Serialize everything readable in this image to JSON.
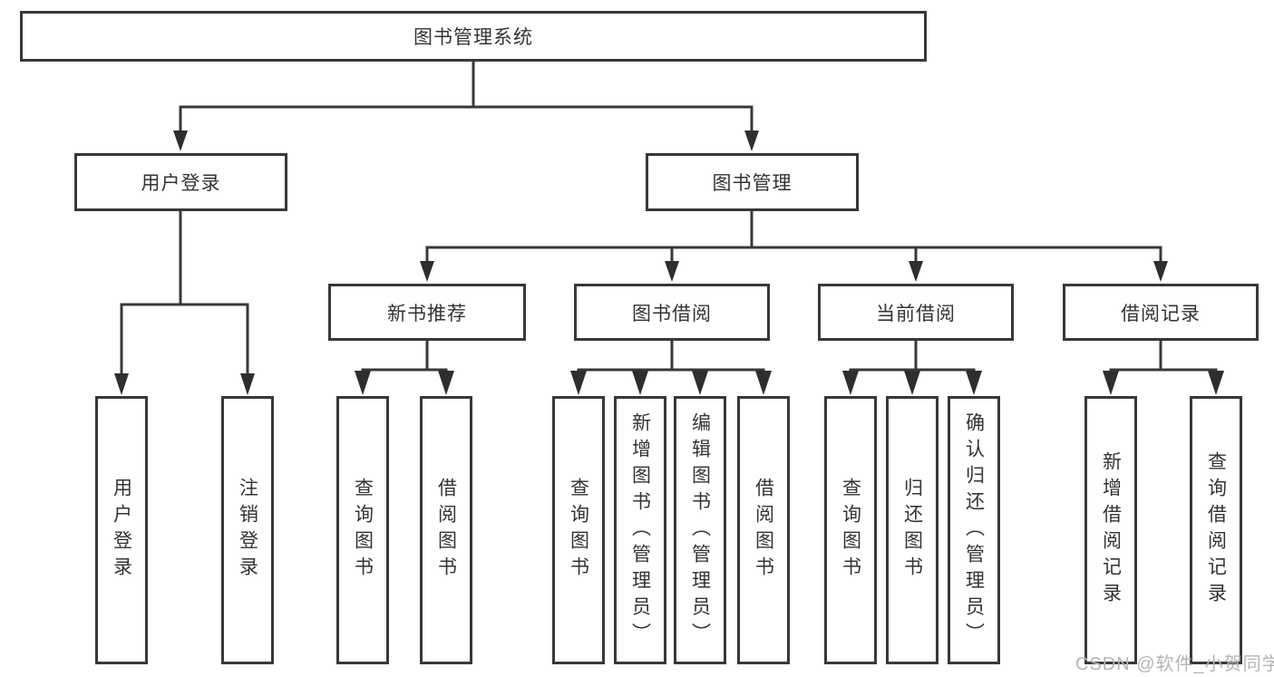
{
  "diagram": {
    "root": {
      "label": "图书管理系统"
    },
    "level2": [
      {
        "label": "用户登录"
      },
      {
        "label": "图书管理"
      }
    ],
    "level3": [
      {
        "label": "新书推荐"
      },
      {
        "label": "图书借阅"
      },
      {
        "label": "当前借阅"
      },
      {
        "label": "借阅记录"
      }
    ],
    "leaves": {
      "user_login": [
        {
          "label": "用户登录"
        },
        {
          "label": "注销登录"
        }
      ],
      "new_books": [
        {
          "label": "查询图书"
        },
        {
          "label": "借阅图书"
        }
      ],
      "book_borrowing": [
        {
          "label": "查询图书"
        },
        {
          "label": "新增图书（管理员）"
        },
        {
          "label": "编辑图书（管理员）"
        },
        {
          "label": "借阅图书"
        }
      ],
      "current_borrowing": [
        {
          "label": "查询图书"
        },
        {
          "label": "归还图书"
        },
        {
          "label": "确认归还（管理员）"
        }
      ],
      "borrow_records": [
        {
          "label": "新增借阅记录"
        },
        {
          "label": "查询借阅记录"
        }
      ]
    },
    "colors": {
      "line": "#383838",
      "text": "#333333",
      "box_background": "#ffffff",
      "watermark": "#b5b5b5",
      "background": "#ffffff"
    }
  },
  "watermark": {
    "text": "CSDN @软件_小贺同学"
  }
}
